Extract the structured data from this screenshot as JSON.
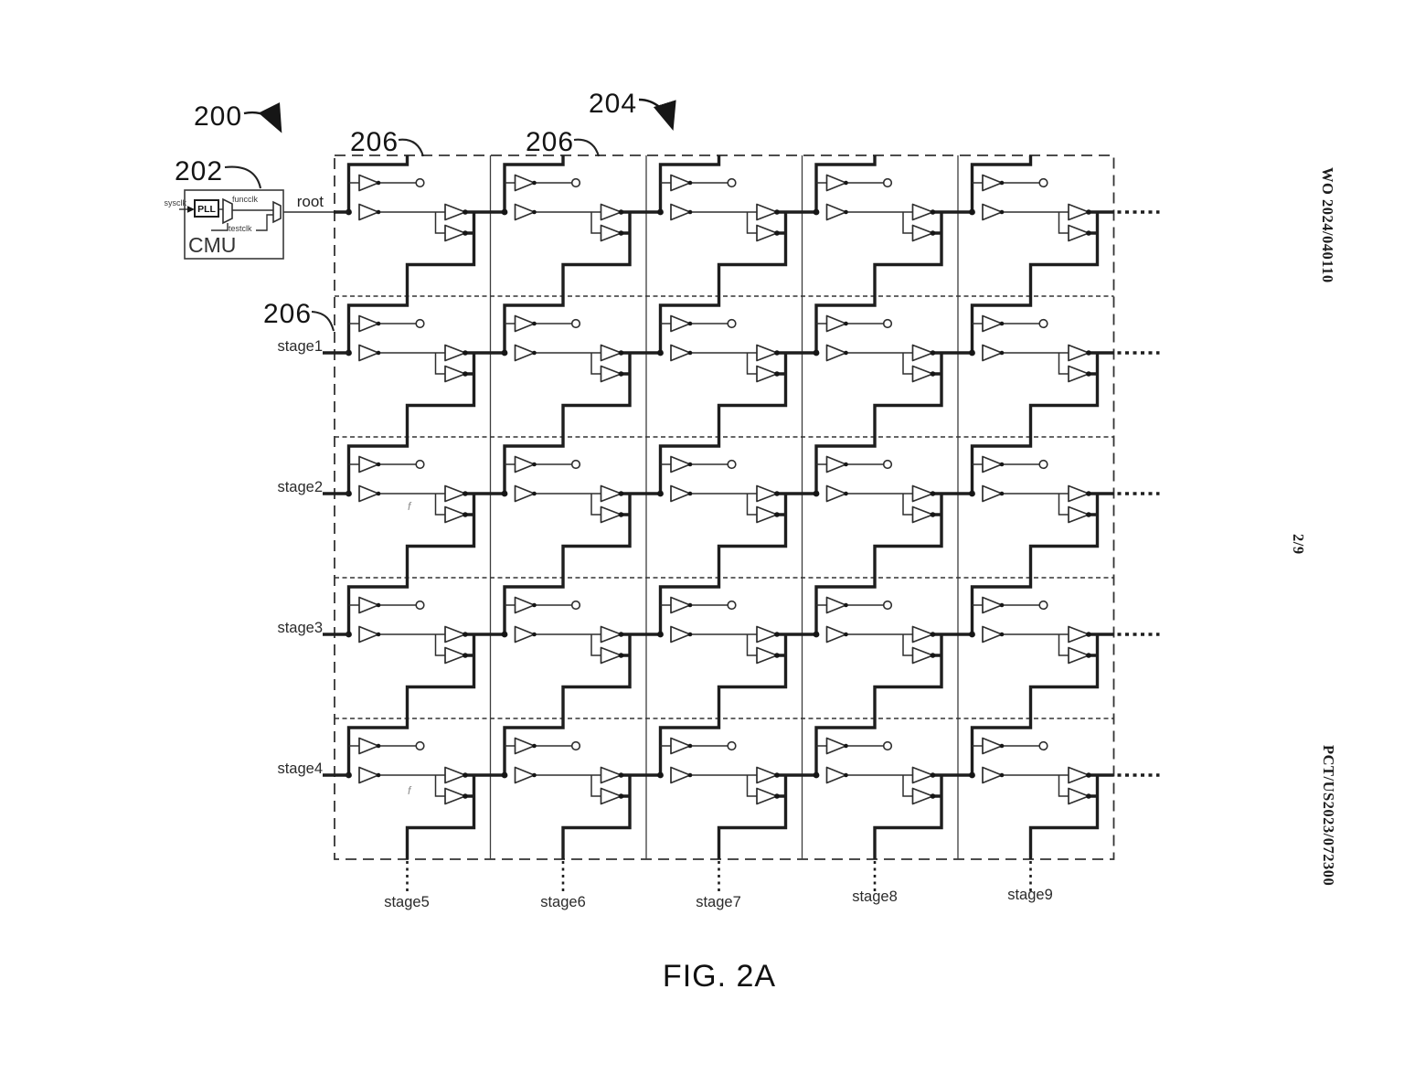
{
  "figure": {
    "caption": "FIG. 2A"
  },
  "margin": {
    "publication_number": "WO 2024/040110",
    "sheet_number": "2/9",
    "application_number": "PCT/US2023/072300"
  },
  "callouts": {
    "n200": "200",
    "n202": "202",
    "n204": "204",
    "n206_top_left": "206",
    "n206_top_mid": "206",
    "n206_row1": "206"
  },
  "cmu": {
    "block_label": "CMU",
    "pll_label": "PLL",
    "input_signal": "sysclk",
    "func_clock": "funcclk",
    "test_clock": "testclk",
    "output_net": "root"
  },
  "grid": {
    "rows": 5,
    "cols": 5,
    "row_labels": [
      "stage1",
      "stage2",
      "stage3",
      "stage4"
    ],
    "col_labels": [
      "stage5",
      "stage6",
      "stage7",
      "stage8",
      "stage9"
    ]
  },
  "artifacts": {
    "mark1": "f",
    "mark2": "f"
  },
  "colors": {
    "ink": "#1e1e1e",
    "thin_ink": "#2e2e2e",
    "border_ink": "#333333",
    "background": "#ffffff"
  }
}
